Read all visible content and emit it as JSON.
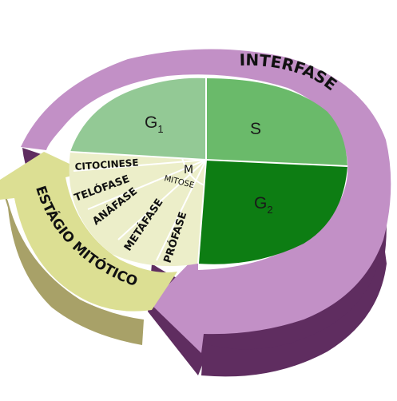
{
  "diagram": {
    "interphase_label": "INTERFASE",
    "mitotic_label": "ESTÁGIO MITÓTICO",
    "g1": {
      "letter": "G",
      "sub": "1"
    },
    "s": {
      "letter": "S"
    },
    "g2": {
      "letter": "G",
      "sub": "2"
    },
    "m_label": "M",
    "mitosis_label": "MITOSE",
    "phases": {
      "citocinese": "CITOCINESE",
      "telofase": "TELÓFASE",
      "anafase": "ANÁFASE",
      "metafase": "METÁFASE",
      "profase": "PRÓFASE"
    },
    "colors": {
      "g1": "#93c995",
      "s": "#6aba6a",
      "g2": "#0d7d13",
      "mitotic_light": "#eceec9",
      "interphase_arrow": "#c290c6",
      "interphase_arrow_side": "#5f2d60",
      "mitotic_arrow": "#dcdf93",
      "mitotic_arrow_side": "#a8a168"
    }
  }
}
